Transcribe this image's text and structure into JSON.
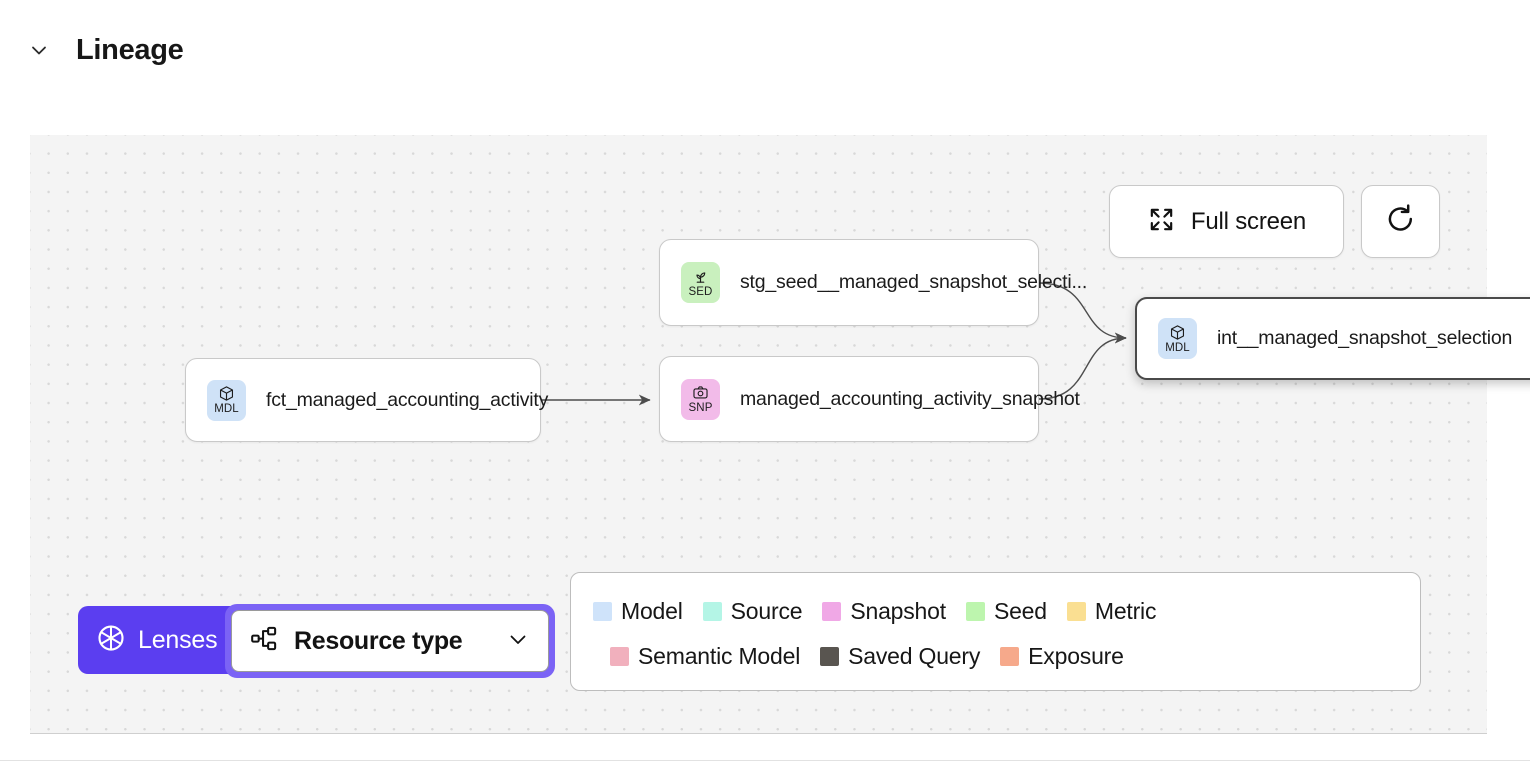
{
  "section": {
    "title": "Lineage",
    "collapse_icon": "chevron-down-icon",
    "expanded": true
  },
  "toolbar": {
    "full_screen_label": "Full screen",
    "full_screen_icon": "expand-icon",
    "refresh_icon": "refresh-icon"
  },
  "graph": {
    "nodes": [
      {
        "id": "fct",
        "label": "fct_managed_accounting_activity",
        "badge": "MDL",
        "badge_icon": "cube-icon",
        "type": "Model",
        "selected": false
      },
      {
        "id": "seed",
        "label": "stg_seed__managed_snapshot_selecti...",
        "badge": "SED",
        "badge_icon": "sprout-icon",
        "type": "Seed",
        "selected": false
      },
      {
        "id": "snap",
        "label": "managed_accounting_activity_snapshot",
        "badge": "SNP",
        "badge_icon": "camera-icon",
        "type": "Snapshot",
        "selected": false
      },
      {
        "id": "int",
        "label": "int__managed_snapshot_selection",
        "badge": "MDL",
        "badge_icon": "cube-icon",
        "type": "Model",
        "selected": true
      }
    ],
    "edges": [
      {
        "from": "fct",
        "to": "snap"
      },
      {
        "from": "seed",
        "to": "int"
      },
      {
        "from": "snap",
        "to": "int"
      }
    ]
  },
  "legend": {
    "rows": [
      [
        {
          "label": "Model",
          "color": "#cfe3fa"
        },
        {
          "label": "Source",
          "color": "#b4f5e6"
        },
        {
          "label": "Snapshot",
          "color": "#f0a8e6"
        },
        {
          "label": "Seed",
          "color": "#bdf5ae"
        },
        {
          "label": "Metric",
          "color": "#fadf92"
        }
      ],
      [
        {
          "label": "Semantic Model",
          "color": "#f1b0bd"
        },
        {
          "label": "Saved Query",
          "color": "#595550"
        },
        {
          "label": "Exposure",
          "color": "#f6a98b"
        }
      ]
    ]
  },
  "controls": {
    "lenses_label": "Lenses",
    "lenses_icon": "aperture-icon",
    "lenses_color": "#5b3ef0",
    "resource_type_label": "Resource type",
    "resource_type_icon": "hierarchy-icon",
    "resource_type_chevron": "chevron-down-icon"
  }
}
